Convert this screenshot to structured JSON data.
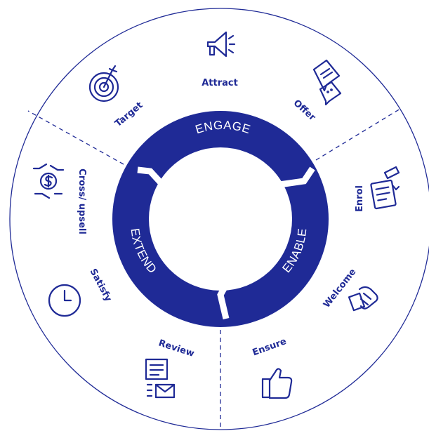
{
  "ring": [
    "ENGAGE",
    "ENABLE",
    "EXTEND"
  ],
  "steps": {
    "attract": "Attract",
    "offer": "Offer",
    "target": "Target",
    "enrol": "Enrol",
    "welcome": "Welcome",
    "ensure": "Ensure",
    "review": "Review",
    "satisfy": "Satisfy",
    "cross_upsell": "Cross/ upsell"
  },
  "colors": {
    "primary": "#1f2a96",
    "background": "#ffffff"
  }
}
